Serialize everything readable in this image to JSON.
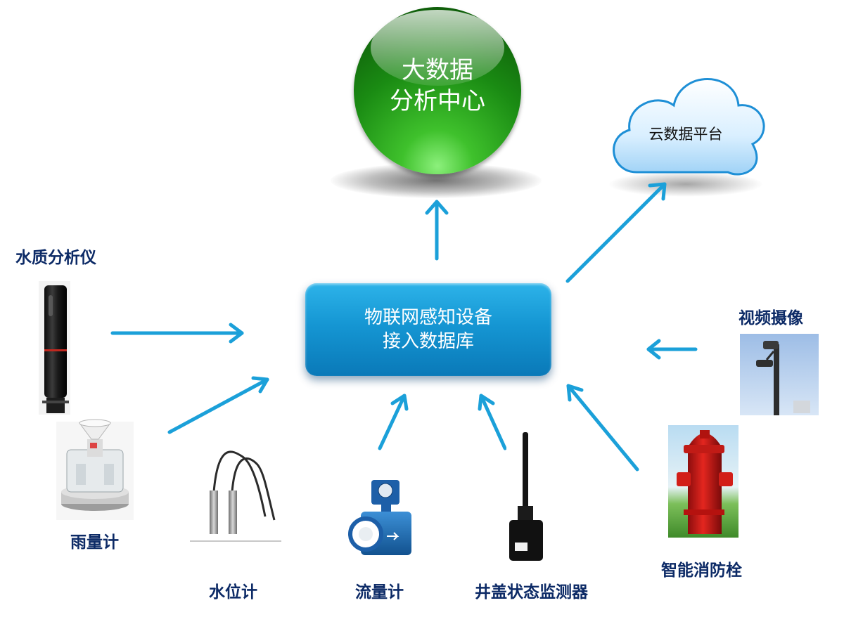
{
  "center_node": {
    "line1": "物联网感知设备",
    "line2": "接入数据库"
  },
  "big_data_node": {
    "line1": "大数据",
    "line2": "分析中心"
  },
  "cloud_node": {
    "label": "云数据平台"
  },
  "devices": {
    "water_quality": "水质分析仪",
    "rain_gauge": "雨量计",
    "water_level": "水位计",
    "flow_meter": "流量计",
    "manhole_monitor": "井盖状态监测器",
    "hydrant": "智能消防栓",
    "camera": "视频摄像"
  },
  "colors": {
    "arrow": "#1ba0d9",
    "hub": "#1596d3",
    "sphere": "#2aa81c",
    "label": "#0c2a66"
  }
}
